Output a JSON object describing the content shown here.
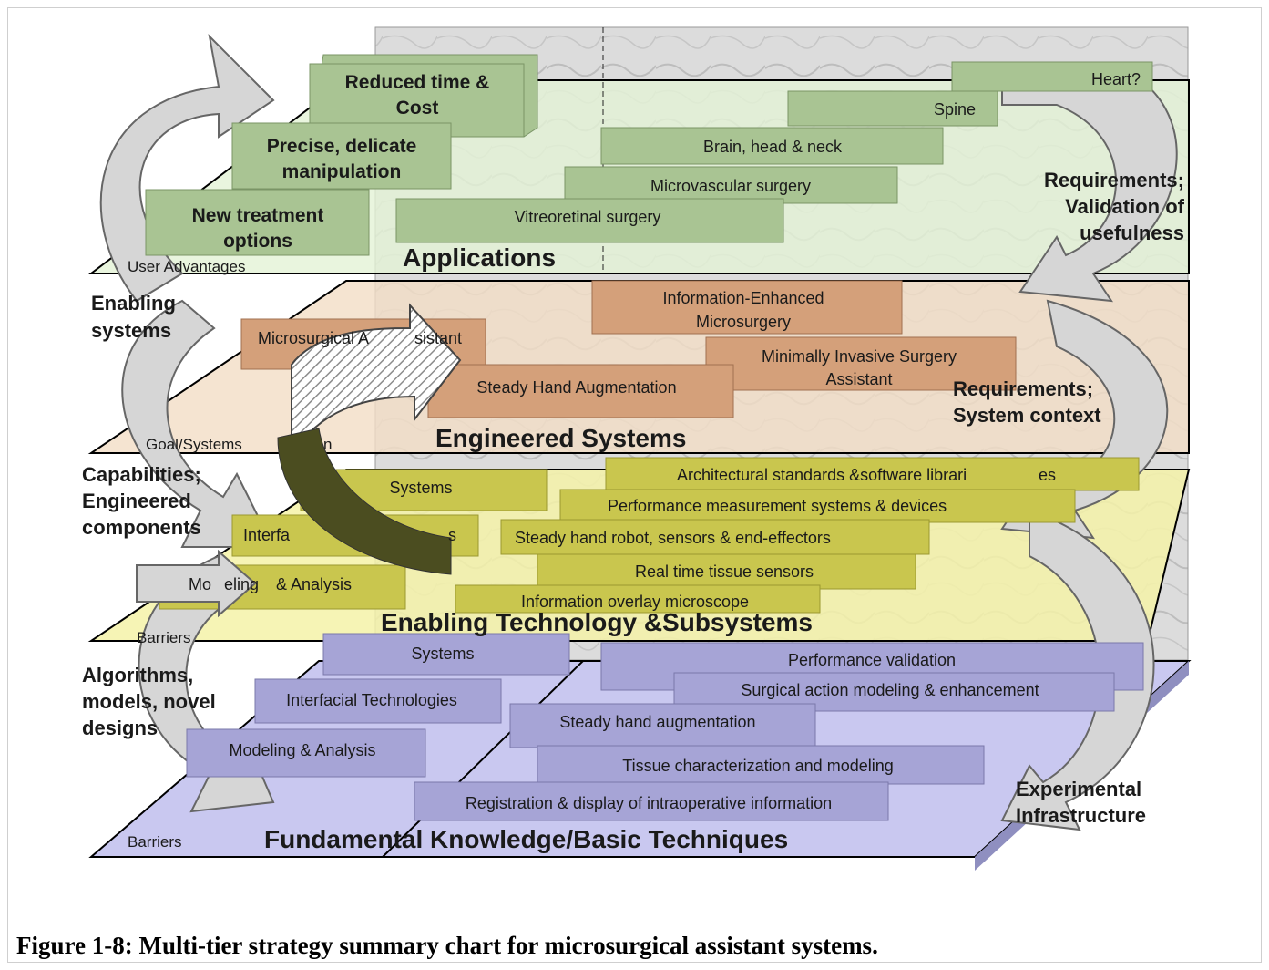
{
  "colors": {
    "app_block": "#a9c493",
    "eng_block": "#d4a07a",
    "tech_block": "#c9c64e",
    "fund_block": "#a6a4d6",
    "app_plane": "#e4f3d6",
    "eng_plane": "#f3ddc6",
    "tech_plane": "#f4f2a8",
    "fund_plane": "#c9c8f0",
    "arrow_dark": "#4b4d20",
    "arrow_light": "#d6d6d6"
  },
  "tiers": {
    "applications": {
      "title": "Applications",
      "corner_label": "User Advantages",
      "blocks": [
        "Reduced time &",
        "Cost",
        "Precise, delicate",
        "manipulation",
        "New treatment",
        "options",
        "Heart?",
        "Spine",
        "Brain, head & neck",
        "Microvascular surgery",
        "Vitreoretinal surgery"
      ]
    },
    "engineered": {
      "title": "Engineered Systems",
      "corner_label": "Goal/Systems",
      "corner_label_suffix": "n",
      "blocks": [
        "Microsurgical A",
        "sistant",
        "Information-Enhanced",
        "Microsurgery",
        "Minimally Invasive Surgery",
        "Assistant",
        "Steady Hand Augmentation"
      ]
    },
    "technology": {
      "title": "Enabling Technology &Subsystems",
      "corner_label": "Barriers",
      "blocks": [
        "Systems",
        "Interfa",
        "s",
        "Mo",
        "eling",
        "& Analysis",
        "Architectural standards &software librari",
        "es",
        "Performance measurement systems & devices",
        "Steady hand robot, sensors & end-effectors",
        "Real time tissue sensors",
        "Information overlay microscope"
      ]
    },
    "fundamental": {
      "title": "Fundamental Knowledge/Basic Techniques",
      "corner_label": "Barriers",
      "blocks": [
        "Systems",
        "Interfacial Technologies",
        "Modeling & Analysis",
        "Performance validation",
        "Surgical action modeling & enhancement",
        "Steady hand augmentation",
        "Tissue characterization and modeling",
        "Registration & display of intraoperative information"
      ]
    }
  },
  "side_labels": {
    "left": [
      "Enabling",
      "systems",
      "Capabilities;",
      "Engineered",
      "components",
      "Algorithms,",
      "models, novel",
      "designs"
    ],
    "right": [
      "Requirements;",
      "Validation of",
      "usefulness",
      "Requirements;",
      "System context",
      "Experimental",
      "Infrastructure"
    ]
  },
  "caption": "Figure 1-8: Multi-tier strategy summary chart for microsurgical assistant systems."
}
